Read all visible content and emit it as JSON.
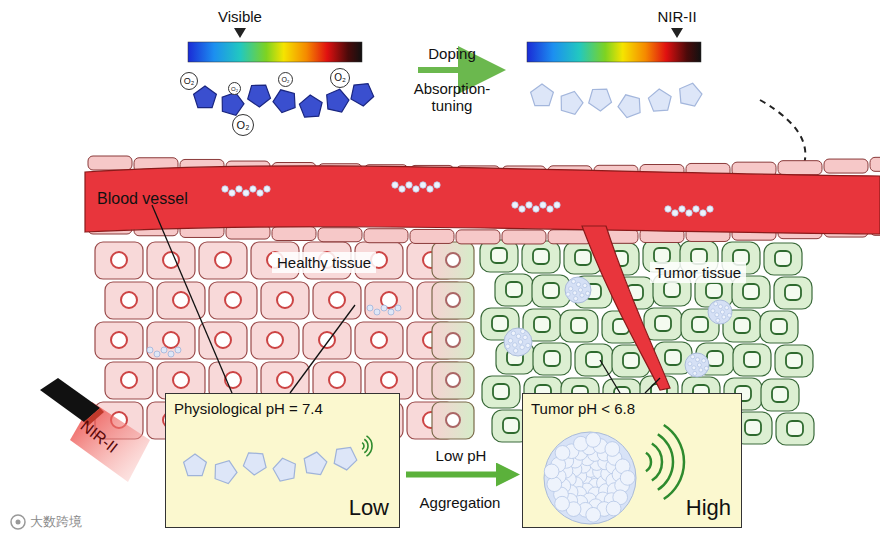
{
  "diagram": {
    "nodes": [
      {
        "text": [
          "O₂"
        ]
      },
      {
        "text": [
          "O₂"
        ]
      },
      {
        "text": [
          "O₂"
        ]
      },
      {
        "text": [
          "O₂"
        ]
      },
      {
        "text": [
          "O₂"
        ]
      },
      {
        "text": [
          "Blood vessel"
        ]
      },
      {
        "text": [
          "Healthy tissue"
        ]
      },
      {
        "text": [
          "Tumor tissue"
        ]
      },
      {
        "text": [
          "Physiological pH = 7.4",
          "Low"
        ]
      },
      {
        "text": [
          "Tumor pH < 6.8",
          "High"
        ]
      }
    ],
    "edges": [
      {
        "from": 8,
        "to": 9,
        "label": "Low pH",
        "arrow": "to"
      }
    ],
    "labels": [
      "Visible",
      "NIR-II",
      "Doping",
      "Absorption-tuning",
      "Aggregation",
      "NIR-II",
      "大数跨境"
    ]
  }
}
